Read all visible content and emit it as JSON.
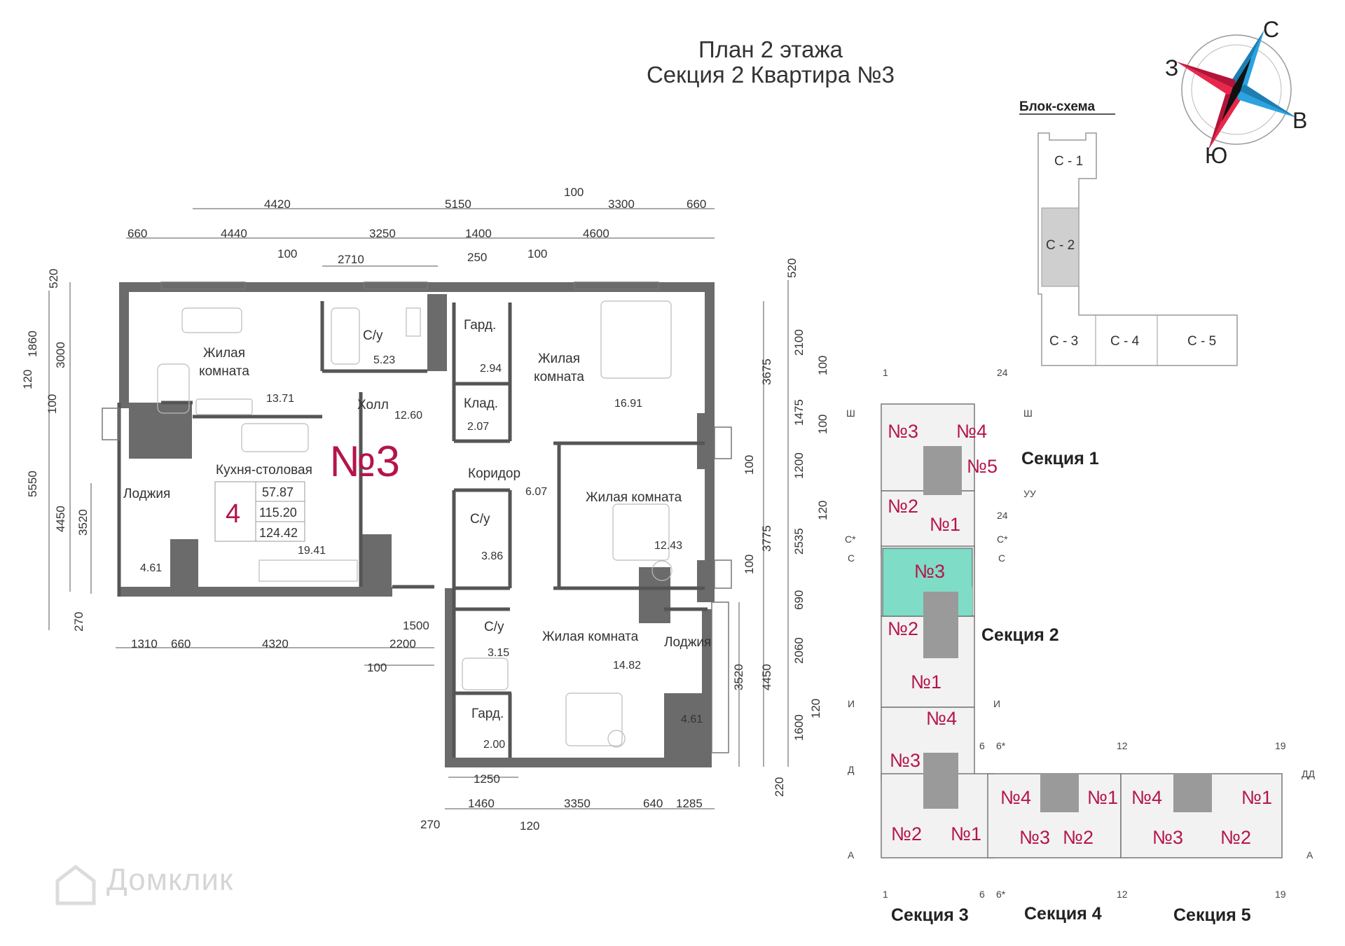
{
  "header": {
    "line1": "План 2 этажа",
    "line2": "Секция 2   Квартира №3"
  },
  "compass": {
    "north": "С",
    "south": "Ю",
    "east": "В",
    "west": "З"
  },
  "block_scheme": {
    "title": "Блок-схема",
    "blocks": [
      "С - 1",
      "С - 2",
      "С - 3",
      "С - 4",
      "С - 5"
    ],
    "highlighted": "С - 2"
  },
  "apartment": {
    "badge": "№3",
    "rooms_count": "4",
    "area_living": "57.87",
    "area_total": "115.20",
    "area_total_with_loggia": "124.42",
    "rooms": [
      {
        "name": "Жилая\nкомната",
        "area": "13.71"
      },
      {
        "name": "С/у",
        "area": "5.23"
      },
      {
        "name": "Гард.",
        "area": "2.94"
      },
      {
        "name": "Жилая\nкомната",
        "area": "16.91"
      },
      {
        "name": "Холл",
        "area": "12.60"
      },
      {
        "name": "Клад.",
        "area": "2.07"
      },
      {
        "name": "Коридор",
        "area": "6.07"
      },
      {
        "name": "Кухня-столовая",
        "area": "19.41"
      },
      {
        "name": "Лоджия",
        "area": "4.61"
      },
      {
        "name": "С/у",
        "area": "3.86"
      },
      {
        "name": "Жилая комната",
        "area": "12.43"
      },
      {
        "name": "С/у",
        "area": "3.15"
      },
      {
        "name": "Жилая комната",
        "area": "14.82"
      },
      {
        "name": "Лоджия",
        "area": "4.61"
      },
      {
        "name": "Гард.",
        "area": "2.00"
      }
    ]
  },
  "dimensions": {
    "top_row1": [
      "4420",
      "5150",
      "100",
      "3300",
      "660"
    ],
    "top_row2": [
      "660",
      "4440",
      "3250",
      "1400",
      "4600"
    ],
    "top_row3": [
      "100",
      "2710",
      "250",
      "100"
    ],
    "left_col1": [
      "520",
      "1860",
      "120",
      "100",
      "5550",
      "270"
    ],
    "left_col2": [
      "3000",
      "4450"
    ],
    "left_col3": [
      "3520"
    ],
    "right_col1": [
      "520",
      "2100",
      "100",
      "1475",
      "100",
      "1200",
      "120",
      "2535",
      "690",
      "2060",
      "120",
      "1600",
      "220"
    ],
    "right_col2": [
      "3675",
      "100",
      "3775",
      "100",
      "4450"
    ],
    "right_col3": [
      "3520"
    ],
    "bottom_row1": [
      "1500"
    ],
    "bottom_row2": [
      "1310",
      "660",
      "4320",
      "2200"
    ],
    "bottom_row3": [
      "100"
    ],
    "bottom_row4": [
      "1250"
    ],
    "bottom_row5": [
      "1460",
      "3350",
      "640",
      "1285"
    ],
    "bottom_row6": [
      "270",
      "120"
    ]
  },
  "floor_scheme": {
    "axes_top": [
      "1",
      "24"
    ],
    "axes_letters_left": [
      "Ш",
      "С*",
      "С",
      "И",
      "Д",
      "А"
    ],
    "axes_letters_right": [
      "Ш",
      "УУ",
      "С*",
      "С",
      "И",
      "ДД",
      "А"
    ],
    "axis_labels_other": [
      "24",
      "6",
      "6*",
      "12",
      "19",
      "1",
      "6",
      "6*",
      "12",
      "19"
    ],
    "sections": [
      "Секция 1",
      "Секция 2",
      "Секция 3",
      "Секция 4",
      "Секция 5"
    ],
    "apartments": [
      "№3",
      "№4",
      "№5",
      "№2",
      "№1",
      "№3",
      "№2",
      "№1",
      "№4",
      "№3",
      "№2",
      "№1",
      "№4",
      "№1",
      "№3",
      "№2",
      "№4",
      "№1",
      "№3",
      "№2"
    ]
  },
  "watermark": "Домклик",
  "colors": {
    "accent": "#b5144a",
    "highlight": "#7fdcc6",
    "wall": "#6b6b6b",
    "compass_red": "#e8274a",
    "compass_blue": "#2aa3e0"
  }
}
